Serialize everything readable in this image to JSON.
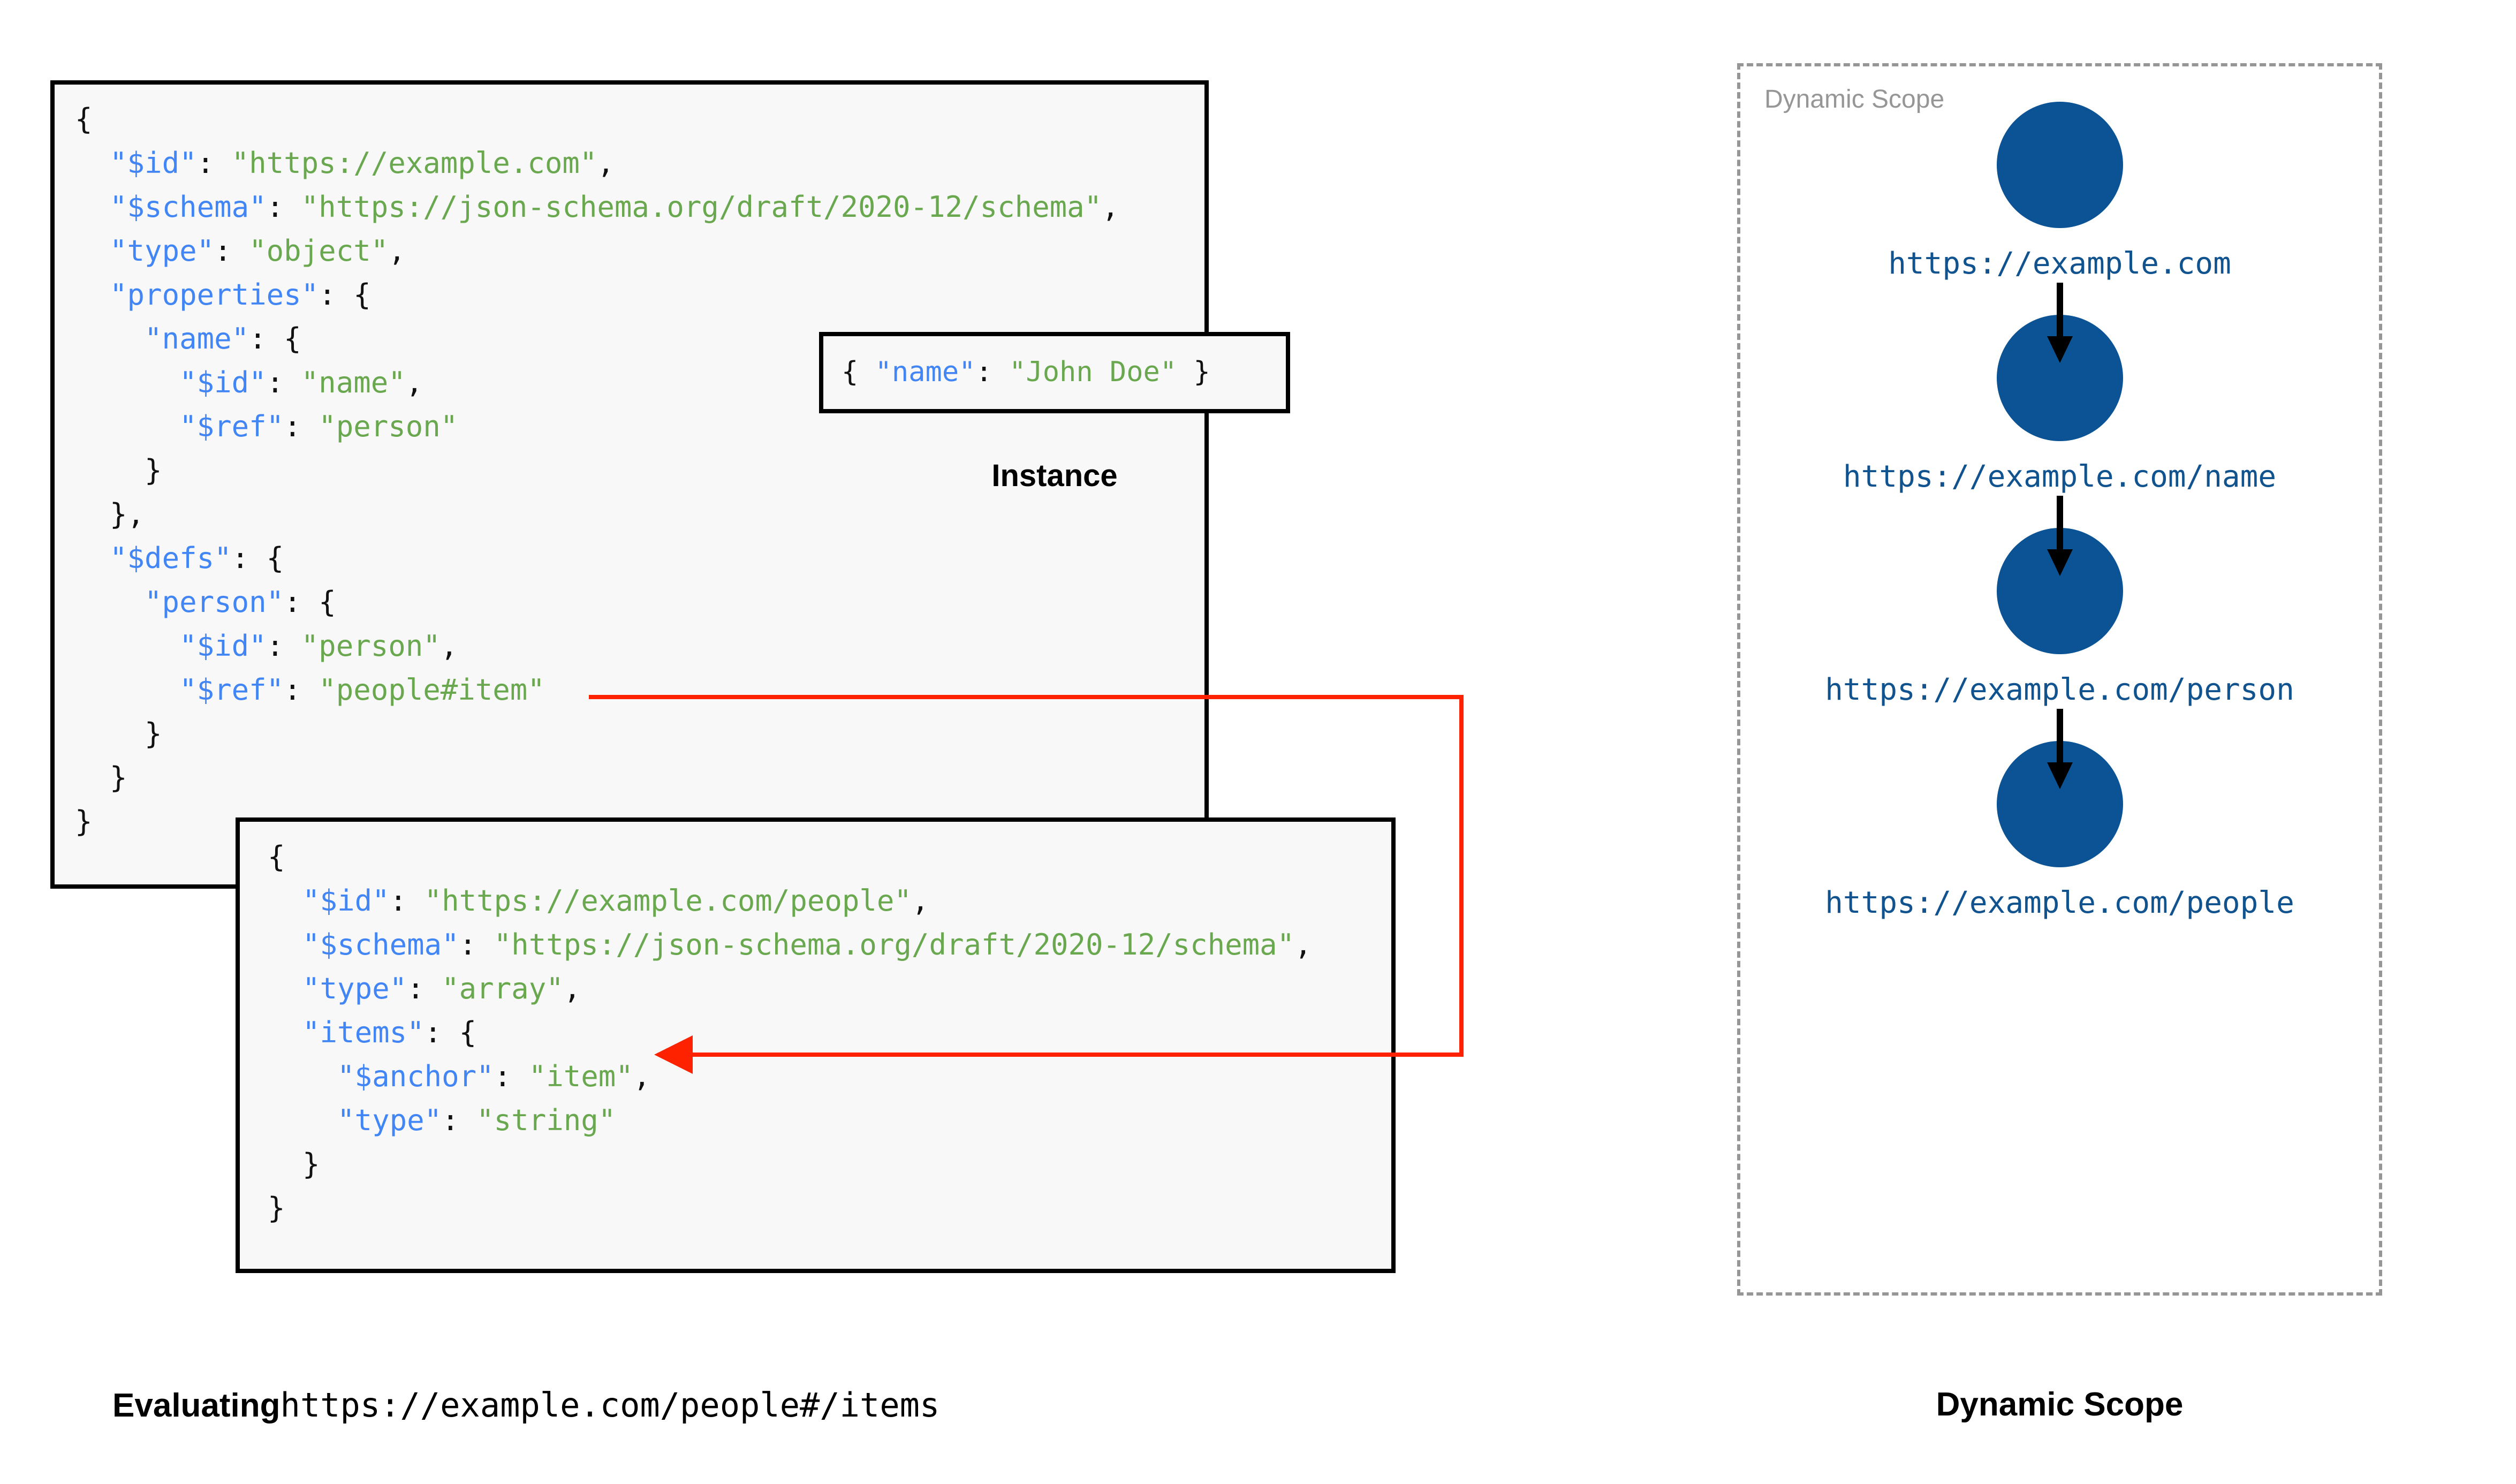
{
  "main_schema": {
    "title": "root-schema",
    "lines": [
      [
        {
          "t": "{",
          "c": "p"
        }
      ],
      [
        {
          "t": "  ",
          "c": "p"
        },
        {
          "t": "\"$id\"",
          "c": "k"
        },
        {
          "t": ": ",
          "c": "p"
        },
        {
          "t": "\"https://example.com\"",
          "c": "s"
        },
        {
          "t": ",",
          "c": "p"
        }
      ],
      [
        {
          "t": "  ",
          "c": "p"
        },
        {
          "t": "\"$schema\"",
          "c": "k"
        },
        {
          "t": ": ",
          "c": "p"
        },
        {
          "t": "\"https://json-schema.org/draft/2020-12/schema\"",
          "c": "s"
        },
        {
          "t": ",",
          "c": "p"
        }
      ],
      [
        {
          "t": "  ",
          "c": "p"
        },
        {
          "t": "\"type\"",
          "c": "k"
        },
        {
          "t": ": ",
          "c": "p"
        },
        {
          "t": "\"object\"",
          "c": "s"
        },
        {
          "t": ",",
          "c": "p"
        }
      ],
      [
        {
          "t": "  ",
          "c": "p"
        },
        {
          "t": "\"properties\"",
          "c": "k"
        },
        {
          "t": ": {",
          "c": "p"
        }
      ],
      [
        {
          "t": "    ",
          "c": "p"
        },
        {
          "t": "\"name\"",
          "c": "k"
        },
        {
          "t": ": {",
          "c": "p"
        }
      ],
      [
        {
          "t": "      ",
          "c": "p"
        },
        {
          "t": "\"$id\"",
          "c": "k"
        },
        {
          "t": ": ",
          "c": "p"
        },
        {
          "t": "\"name\"",
          "c": "s"
        },
        {
          "t": ",",
          "c": "p"
        }
      ],
      [
        {
          "t": "      ",
          "c": "p"
        },
        {
          "t": "\"$ref\"",
          "c": "k"
        },
        {
          "t": ": ",
          "c": "p"
        },
        {
          "t": "\"person\"",
          "c": "s"
        }
      ],
      [
        {
          "t": "    }",
          "c": "p"
        }
      ],
      [
        {
          "t": "  },",
          "c": "p"
        }
      ],
      [
        {
          "t": "  ",
          "c": "p"
        },
        {
          "t": "\"$defs\"",
          "c": "k"
        },
        {
          "t": ": {",
          "c": "p"
        }
      ],
      [
        {
          "t": "    ",
          "c": "p"
        },
        {
          "t": "\"person\"",
          "c": "k"
        },
        {
          "t": ": {",
          "c": "p"
        }
      ],
      [
        {
          "t": "      ",
          "c": "p"
        },
        {
          "t": "\"$id\"",
          "c": "k"
        },
        {
          "t": ": ",
          "c": "p"
        },
        {
          "t": "\"person\"",
          "c": "s"
        },
        {
          "t": ",",
          "c": "p"
        }
      ],
      [
        {
          "t": "      ",
          "c": "p"
        },
        {
          "t": "\"$ref\"",
          "c": "k"
        },
        {
          "t": ": ",
          "c": "p"
        },
        {
          "t": "\"people#item\"",
          "c": "s"
        }
      ],
      [
        {
          "t": "    }",
          "c": "p"
        }
      ],
      [
        {
          "t": "  }",
          "c": "p"
        }
      ],
      [
        {
          "t": "}",
          "c": "p"
        }
      ]
    ]
  },
  "instance": {
    "caption": "Instance",
    "lines": [
      [
        {
          "t": "{ ",
          "c": "p"
        },
        {
          "t": "\"name\"",
          "c": "k"
        },
        {
          "t": ": ",
          "c": "p"
        },
        {
          "t": "\"John Doe\"",
          "c": "s"
        },
        {
          "t": " }",
          "c": "p"
        }
      ]
    ]
  },
  "people_schema": {
    "title": "people-schema",
    "lines": [
      [
        {
          "t": "{",
          "c": "p"
        }
      ],
      [
        {
          "t": "  ",
          "c": "p"
        },
        {
          "t": "\"$id\"",
          "c": "k"
        },
        {
          "t": ": ",
          "c": "p"
        },
        {
          "t": "\"https://example.com/people\"",
          "c": "s"
        },
        {
          "t": ",",
          "c": "p"
        }
      ],
      [
        {
          "t": "  ",
          "c": "p"
        },
        {
          "t": "\"$schema\"",
          "c": "k"
        },
        {
          "t": ": ",
          "c": "p"
        },
        {
          "t": "\"https://json-schema.org/draft/2020-12/schema\"",
          "c": "s"
        },
        {
          "t": ",",
          "c": "p"
        }
      ],
      [
        {
          "t": "  ",
          "c": "p"
        },
        {
          "t": "\"type\"",
          "c": "k"
        },
        {
          "t": ": ",
          "c": "p"
        },
        {
          "t": "\"array\"",
          "c": "s"
        },
        {
          "t": ",",
          "c": "p"
        }
      ],
      [
        {
          "t": "  ",
          "c": "p"
        },
        {
          "t": "\"items\"",
          "c": "k"
        },
        {
          "t": ": {",
          "c": "p"
        }
      ],
      [
        {
          "t": "    ",
          "c": "p"
        },
        {
          "t": "\"$anchor\"",
          "c": "k"
        },
        {
          "t": ": ",
          "c": "p"
        },
        {
          "t": "\"item\"",
          "c": "s"
        },
        {
          "t": ",",
          "c": "p"
        }
      ],
      [
        {
          "t": "    ",
          "c": "p"
        },
        {
          "t": "\"type\"",
          "c": "k"
        },
        {
          "t": ": ",
          "c": "p"
        },
        {
          "t": "\"string\"",
          "c": "s"
        }
      ],
      [
        {
          "t": "  }",
          "c": "p"
        }
      ],
      [
        {
          "t": "}",
          "c": "p"
        }
      ]
    ]
  },
  "reference_arrow": {
    "color": "#ff2200",
    "from": "\"$ref\": \"people#item\"",
    "to": "\"$anchor\": \"item\""
  },
  "dynamic_scope": {
    "inner_label": "Dynamic Scope",
    "caption": "Dynamic Scope",
    "node_color": "#0B5394",
    "label_color": "#10538f",
    "border_color": "#969696",
    "nodes": [
      {
        "label": "https://example.com"
      },
      {
        "label": "https://example.com/name"
      },
      {
        "label": "https://example.com/person"
      },
      {
        "label": "https://example.com/people"
      }
    ],
    "arrow_glyph": "↓"
  },
  "evaluating_caption": {
    "prefix": "Evaluating",
    "uri": "https://example.com/people#/items"
  }
}
